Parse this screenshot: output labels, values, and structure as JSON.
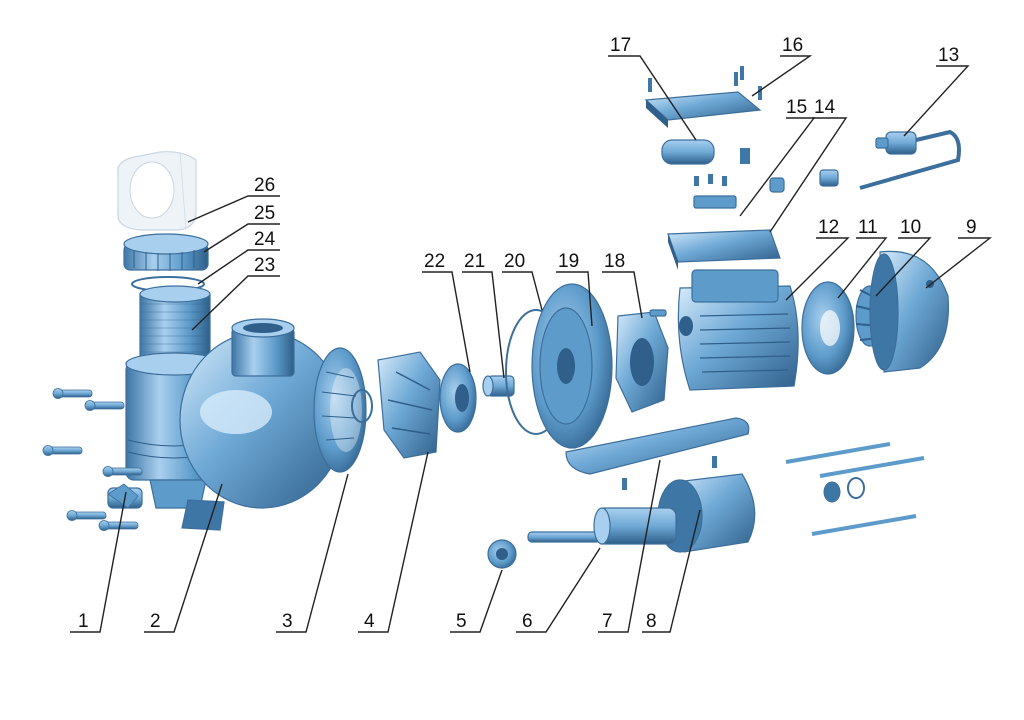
{
  "diagram": {
    "labels": [
      "1",
      "2",
      "3",
      "4",
      "5",
      "6",
      "7",
      "8",
      "9",
      "10",
      "11",
      "12",
      "13",
      "14",
      "15",
      "16",
      "17",
      "18",
      "19",
      "20",
      "21",
      "22",
      "23",
      "24",
      "25",
      "26"
    ]
  },
  "colors": {
    "part_dark": "#2f5f8a",
    "part_mid": "#5d9bcb",
    "part_light": "#a9cfee",
    "part_highlight": "#d6ebfb",
    "lid_transparent": "#eef3f8",
    "leader": "#222222"
  }
}
